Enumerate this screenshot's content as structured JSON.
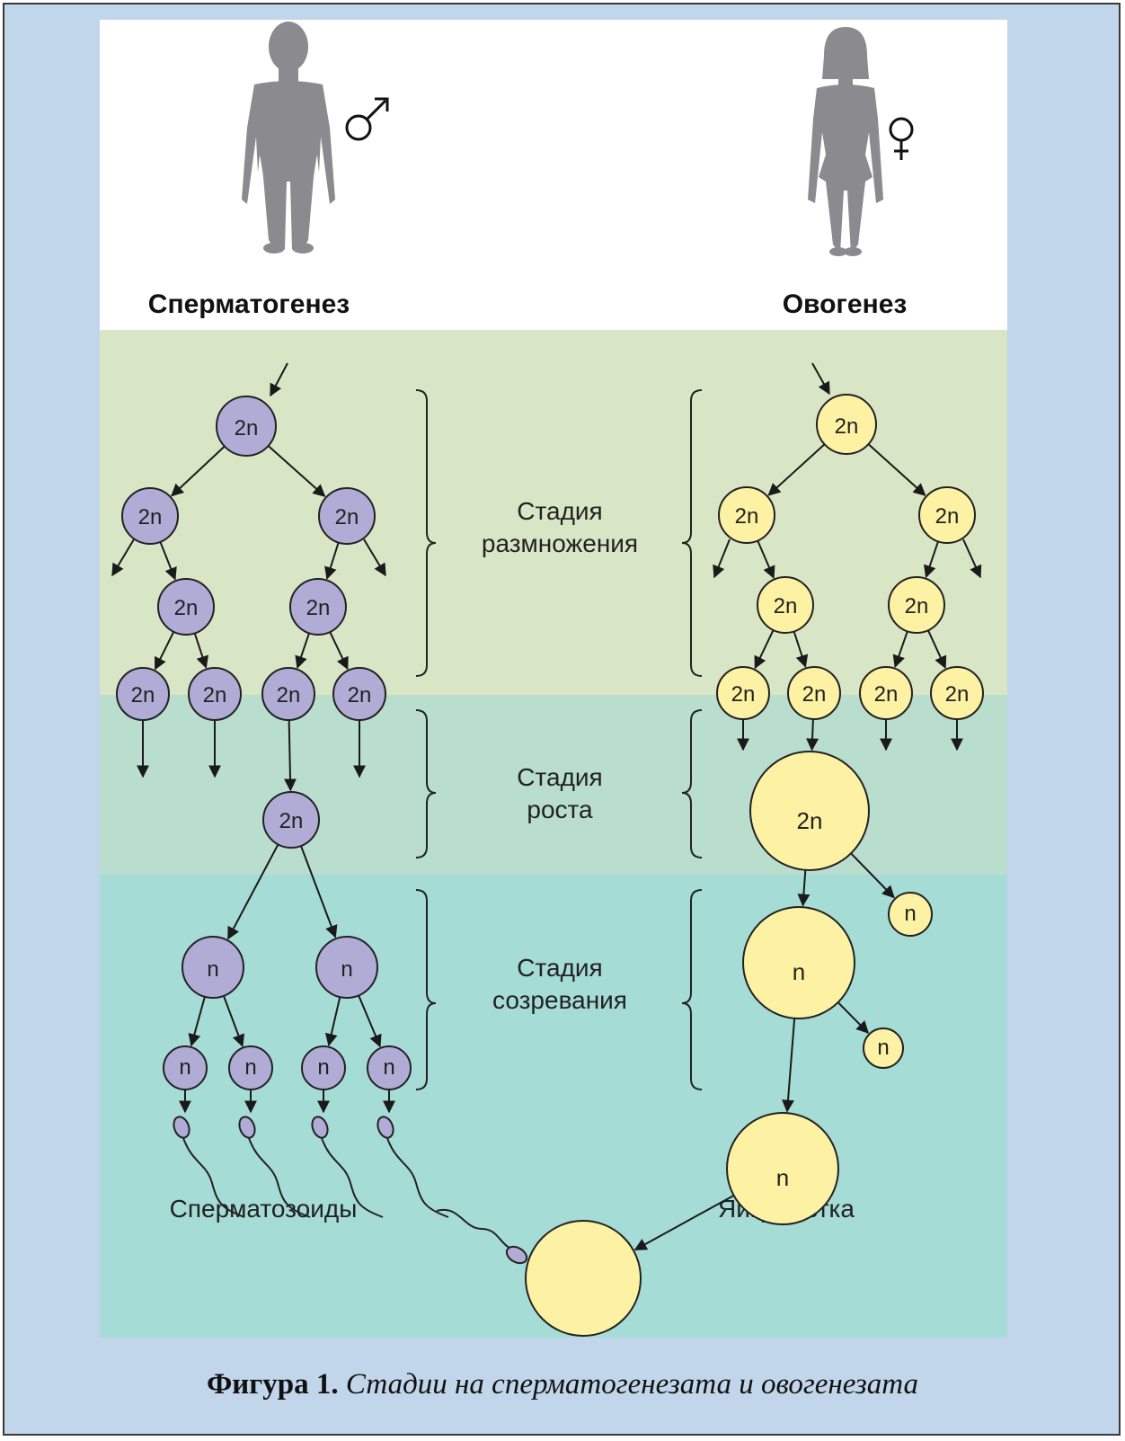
{
  "figure": {
    "male_column_title": "Сперматогенез",
    "female_column_title": "Овогенез",
    "male_symbol": "♂",
    "female_symbol": "♀",
    "stages": [
      {
        "line1": "Стадия",
        "line2": "размножения"
      },
      {
        "line1": "Стадия",
        "line2": "роста"
      },
      {
        "line1": "Стадия",
        "line2": "созревания"
      }
    ],
    "cell_diploid": "2n",
    "cell_haploid": "n",
    "sperm_label": "Сперматозоиды",
    "egg_label": "Яйцеклетка"
  },
  "caption": {
    "label": "Фигура 1.",
    "text": "Стадии на сперматогенезата и овогенезата"
  },
  "colors": {
    "page_background": "#c1d6ea",
    "stage_multiplication": "#d9e6c6",
    "stage_growth": "#b9decd",
    "stage_maturation": "#a6dcd6",
    "male_cell_fill": "#b0acd6",
    "female_cell_fill": "#fdf1a3",
    "silhouette": "#8a8a8f"
  },
  "icons": [
    "male-silhouette-icon",
    "female-silhouette-icon",
    "male-symbol-icon",
    "female-symbol-icon",
    "sperm-icon"
  ]
}
